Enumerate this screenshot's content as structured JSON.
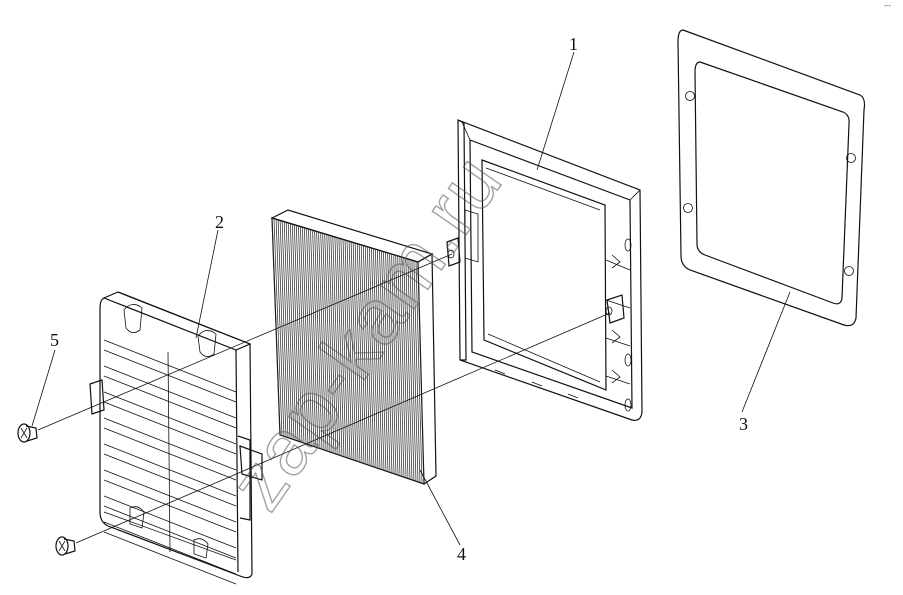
{
  "diagram": {
    "callouts": [
      {
        "id": "frame",
        "label": "1"
      },
      {
        "id": "grille",
        "label": "2"
      },
      {
        "id": "gasket",
        "label": "3"
      },
      {
        "id": "filter",
        "label": "4"
      },
      {
        "id": "screw",
        "label": "5"
      }
    ],
    "watermark": "zap-kam.ru",
    "corner_mark": "‐‐‐"
  },
  "colors": {
    "line": "#111111",
    "background": "#ffffff",
    "watermark": "#555555"
  }
}
